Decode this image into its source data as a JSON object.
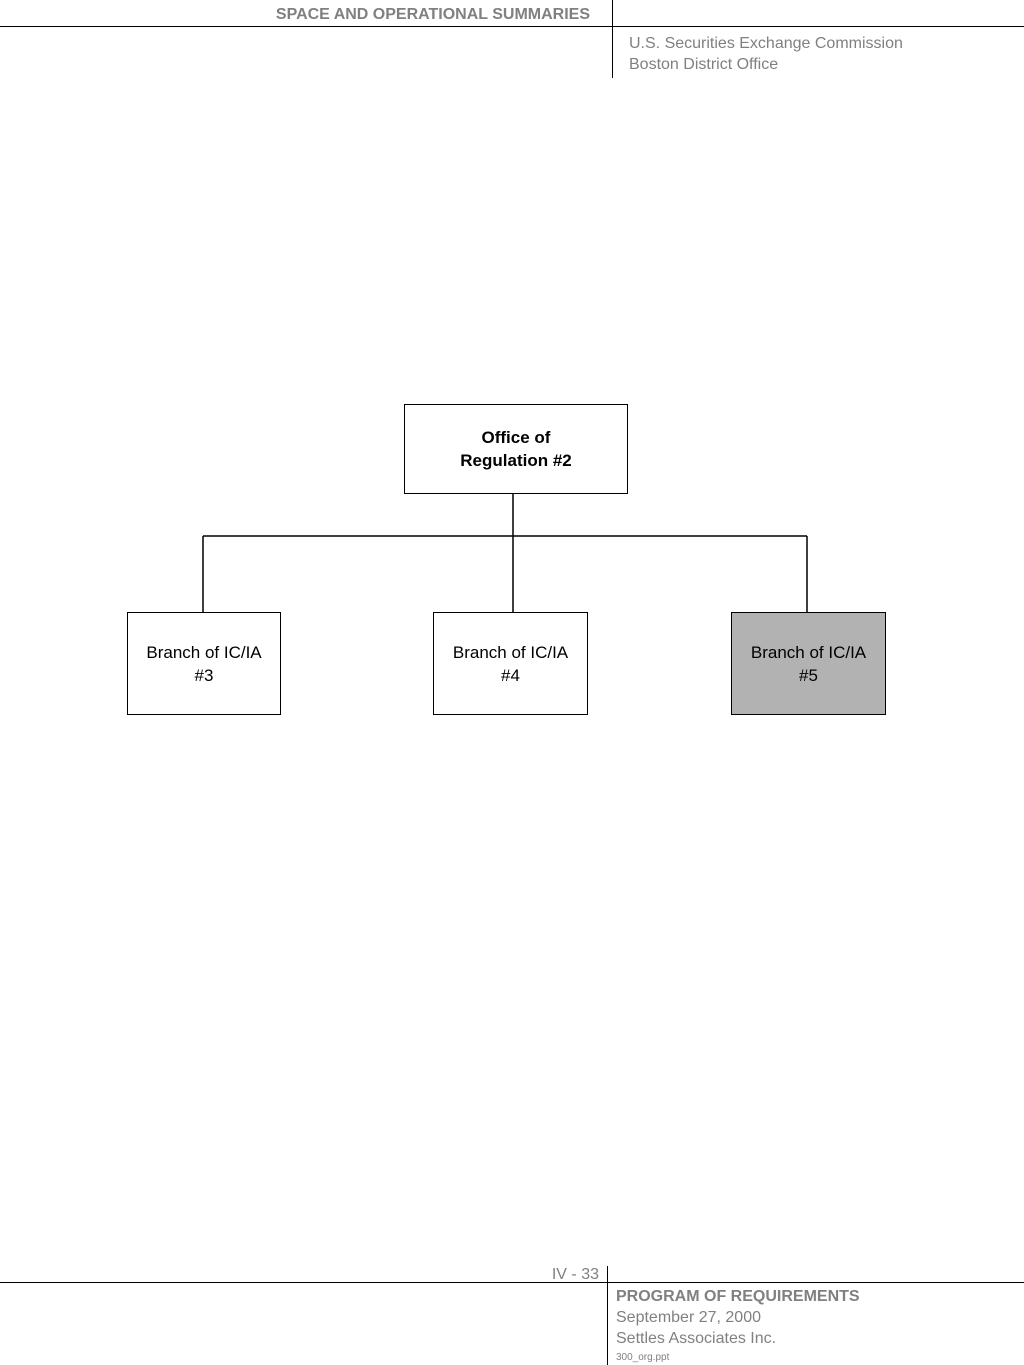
{
  "header": {
    "title": "SPACE AND OPERATIONAL SUMMARIES",
    "org_line_1": "U.S. Securities Exchange Commission",
    "org_line_2": "Boston District Office"
  },
  "diagram": {
    "root": {
      "line_1": "Office of",
      "line_2": "Regulation #2"
    },
    "children": [
      {
        "line_1": "Branch of IC/IA",
        "line_2": "#3",
        "highlighted": false
      },
      {
        "line_1": "Branch of IC/IA",
        "line_2": "#4",
        "highlighted": false
      },
      {
        "line_1": "Branch of IC/IA",
        "line_2": "#5",
        "highlighted": true
      }
    ],
    "colors": {
      "highlight_fill": "#b2b2b2",
      "line": "#000000",
      "header_text": "#808080"
    }
  },
  "footer": {
    "page_number": "IV - 33",
    "title": "PROGRAM OF REQUIREMENTS",
    "date": "September 27, 2000",
    "company": "Settles Associates Inc.",
    "file": "300_org.ppt"
  }
}
